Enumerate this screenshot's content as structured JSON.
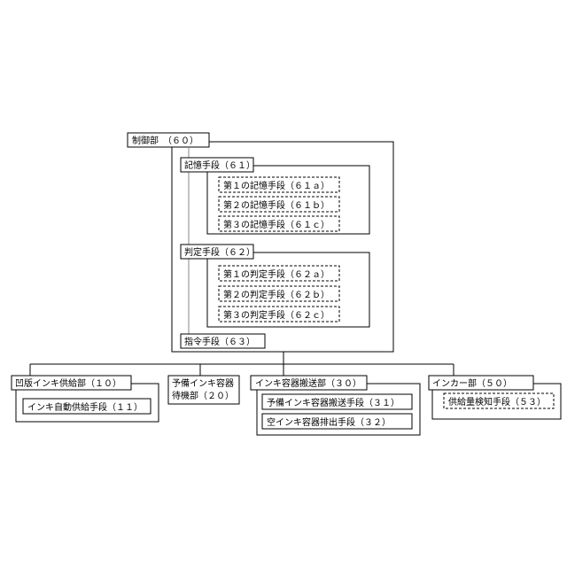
{
  "control": {
    "label": "制御部　（６０）",
    "memory": {
      "label": "記憶手段（６１）",
      "items": [
        "第１の記憶手段（６１ａ）",
        "第２の記憶手段（６１ｂ）",
        "第３の記憶手段（６１ｃ）"
      ]
    },
    "judge": {
      "label": "判定手段（６２）",
      "items": [
        "第１の判定手段（６２ａ）",
        "第２の判定手段（６２ｂ）",
        "第３の判定手段（６２ｃ）"
      ]
    },
    "command": {
      "label": "指令手段（６３）"
    }
  },
  "units": {
    "intaglio": {
      "label": "凹版インキ供給部（１０）",
      "sub": "インキ自動供給手段（１１）"
    },
    "standby": {
      "label_line1": "予備インキ容器",
      "label_line2": "待機部（２０）"
    },
    "transport": {
      "label": "インキ容器搬送部（３０）",
      "sub1": "予備インキ容器搬送手段（３１）",
      "sub2": "空インキ容器排出手段（３２）"
    },
    "inker": {
      "label": "インカー部（５０）",
      "sub": "供給量検知手段（５３）"
    }
  }
}
